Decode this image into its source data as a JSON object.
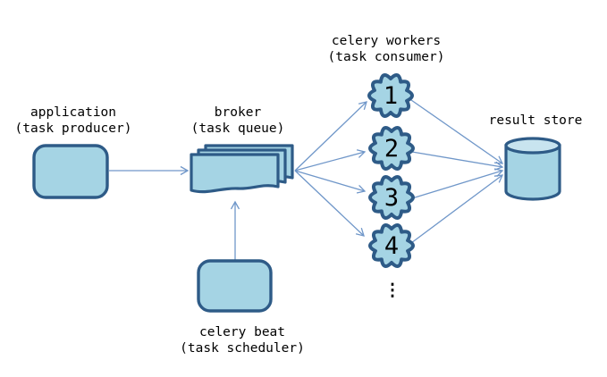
{
  "application": {
    "line1": "application",
    "line2": "(task producer)"
  },
  "broker": {
    "line1": "broker",
    "line2": "(task queue)"
  },
  "celery_beat": {
    "line1": "celery beat",
    "line2": "(task scheduler)"
  },
  "workers": {
    "line1": "celery workers",
    "line2": "(task consumer)",
    "badges": [
      "1",
      "2",
      "3",
      "4"
    ],
    "more": "⋮"
  },
  "result_store": {
    "label": "result store"
  },
  "colors": {
    "shape_fill": "#a5d4e4",
    "shape_stroke": "#2e5b87",
    "cylinder_top_fill": "#c8e4ef",
    "arrow": "#7097c9",
    "text": "#000000"
  }
}
